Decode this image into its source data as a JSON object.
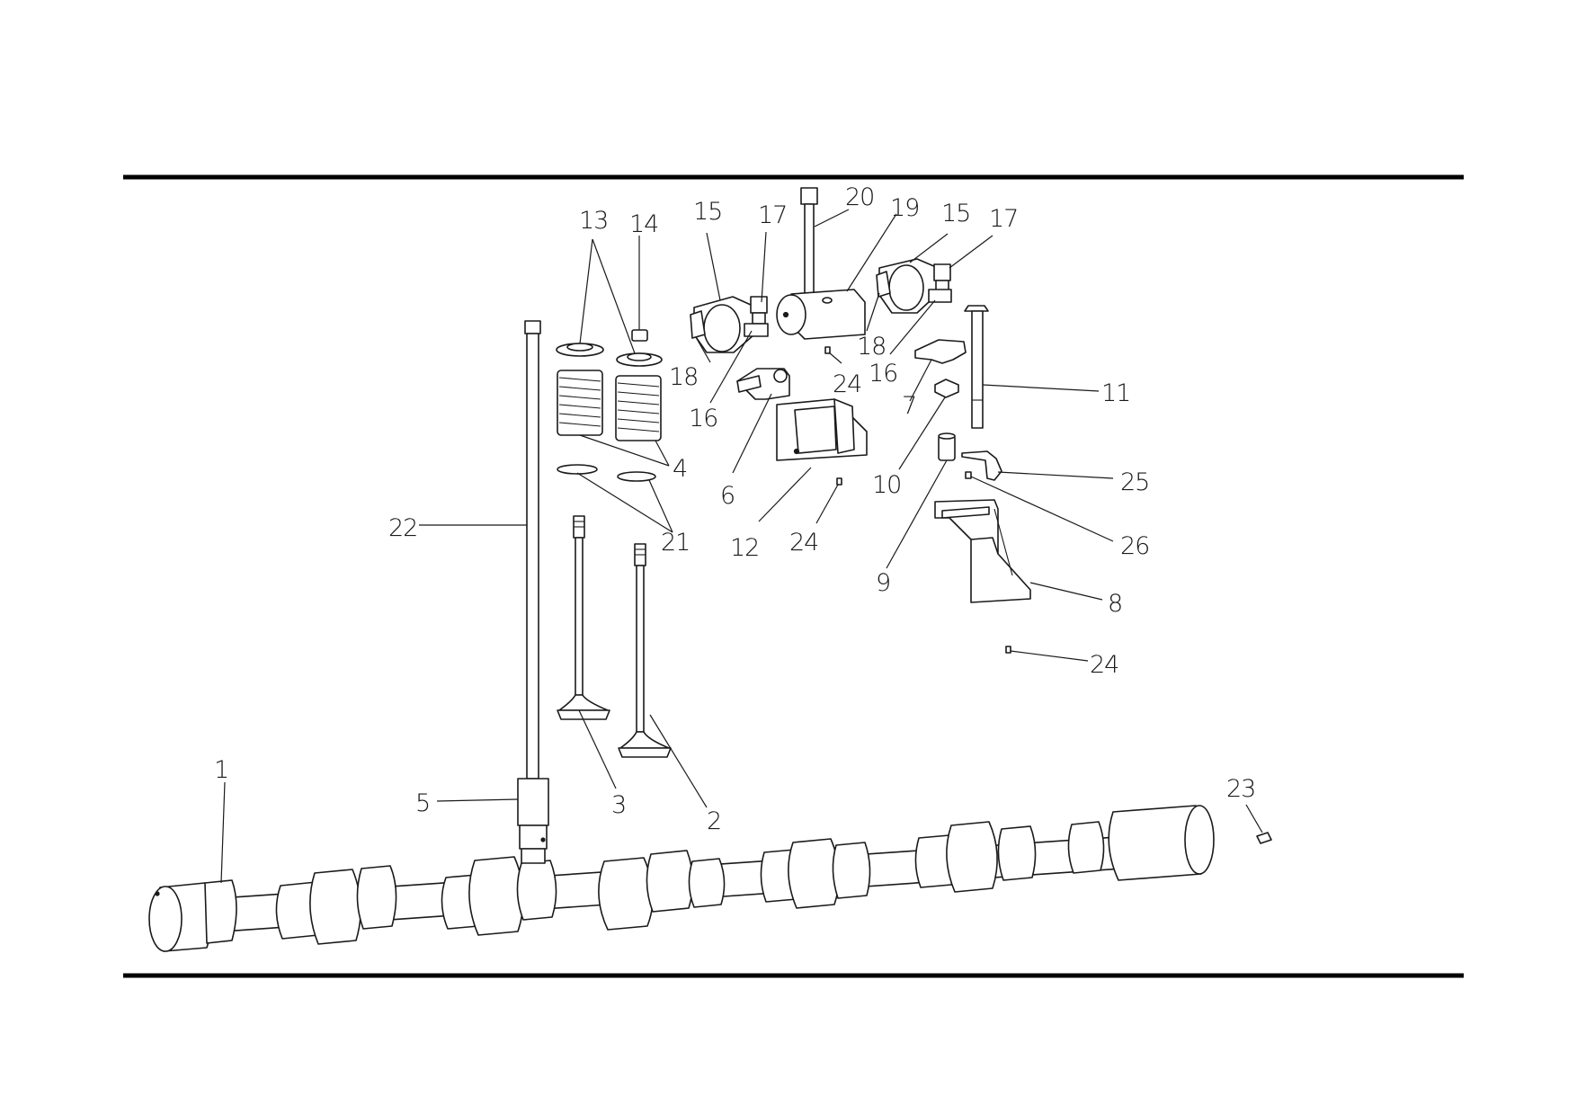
{
  "diagram": {
    "kind": "exploded-parts-view",
    "callouts": [
      {
        "id": "c1",
        "text": "1"
      },
      {
        "id": "c2",
        "text": "2"
      },
      {
        "id": "c3",
        "text": "3"
      },
      {
        "id": "c4",
        "text": "4"
      },
      {
        "id": "c5",
        "text": "5"
      },
      {
        "id": "c6",
        "text": "6"
      },
      {
        "id": "c7",
        "text": "7"
      },
      {
        "id": "c8",
        "text": "8"
      },
      {
        "id": "c9",
        "text": "9"
      },
      {
        "id": "c10",
        "text": "10"
      },
      {
        "id": "c11",
        "text": "11"
      },
      {
        "id": "c12",
        "text": "12"
      },
      {
        "id": "c13",
        "text": "13"
      },
      {
        "id": "c14",
        "text": "14"
      },
      {
        "id": "c15a",
        "text": "15"
      },
      {
        "id": "c15b",
        "text": "15"
      },
      {
        "id": "c16a",
        "text": "16"
      },
      {
        "id": "c16b",
        "text": "16"
      },
      {
        "id": "c17a",
        "text": "17"
      },
      {
        "id": "c17b",
        "text": "17"
      },
      {
        "id": "c18a",
        "text": "18"
      },
      {
        "id": "c18b",
        "text": "18"
      },
      {
        "id": "c19",
        "text": "19"
      },
      {
        "id": "c20",
        "text": "20"
      },
      {
        "id": "c21",
        "text": "21"
      },
      {
        "id": "c22",
        "text": "22"
      },
      {
        "id": "c23",
        "text": "23"
      },
      {
        "id": "c24a",
        "text": "24"
      },
      {
        "id": "c24b",
        "text": "24"
      },
      {
        "id": "c24c",
        "text": "24"
      },
      {
        "id": "c25",
        "text": "25"
      },
      {
        "id": "c26",
        "text": "26"
      }
    ]
  }
}
